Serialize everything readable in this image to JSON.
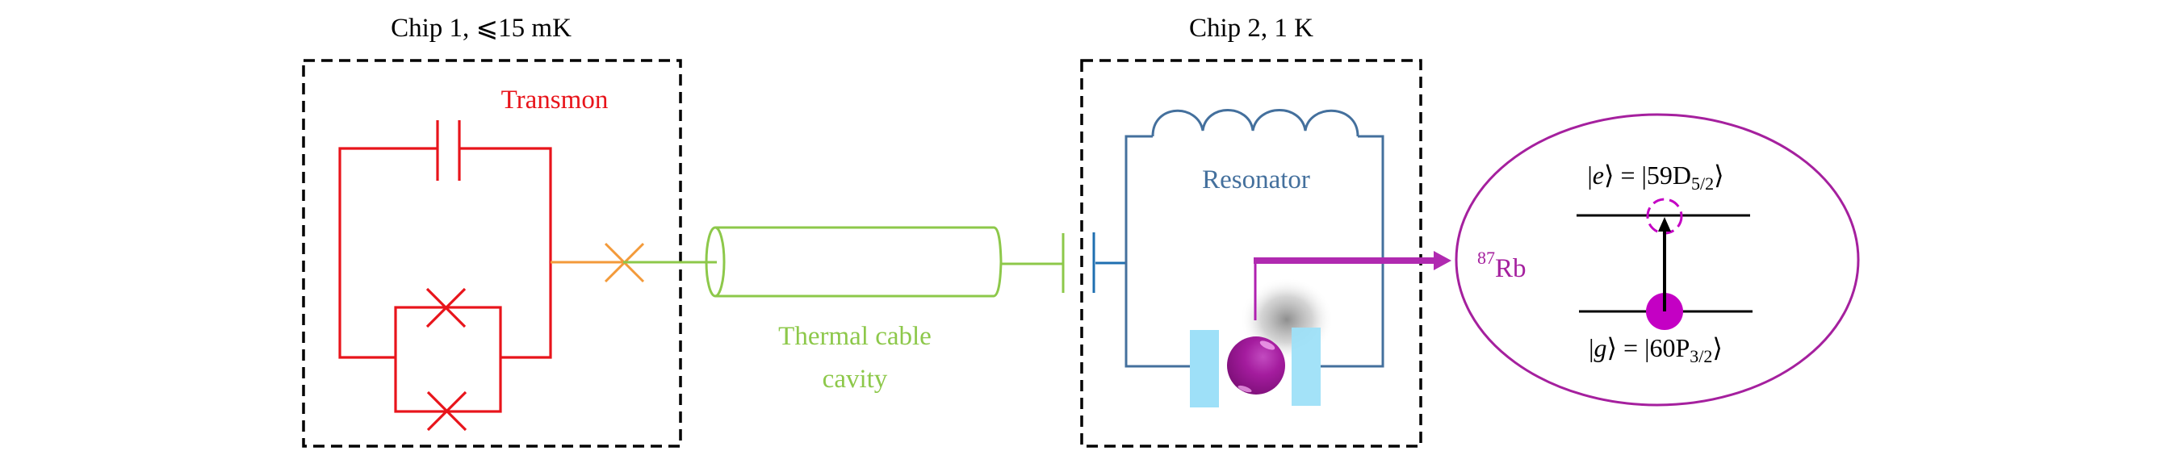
{
  "colors": {
    "transmon": "#e8141b",
    "junction_coupler": "#f39a3a",
    "cable": "#8dc84a",
    "resonator": "#44709d",
    "resonator_plate": "#1f6fb0",
    "atom": "#a5209e",
    "atom_level_dot": "#c400c4",
    "trap_plate": "#9ee0f8",
    "frame": "#000000",
    "text": "#000000"
  },
  "chip1": {
    "title": "Chip 1, ⩽15 mK",
    "label": "Transmon"
  },
  "cable": {
    "label_line1": "Thermal cable",
    "label_line2": "cavity"
  },
  "chip2": {
    "title": "Chip 2, 1 K",
    "label": "Resonator"
  },
  "atom": {
    "isotope_mass": "87",
    "element": "Rb",
    "excited_state": {
      "ket": "e",
      "level": "59D",
      "subscript": "5/2"
    },
    "ground_state": {
      "ket": "g",
      "level": "60P",
      "subscript": "3/2"
    }
  }
}
